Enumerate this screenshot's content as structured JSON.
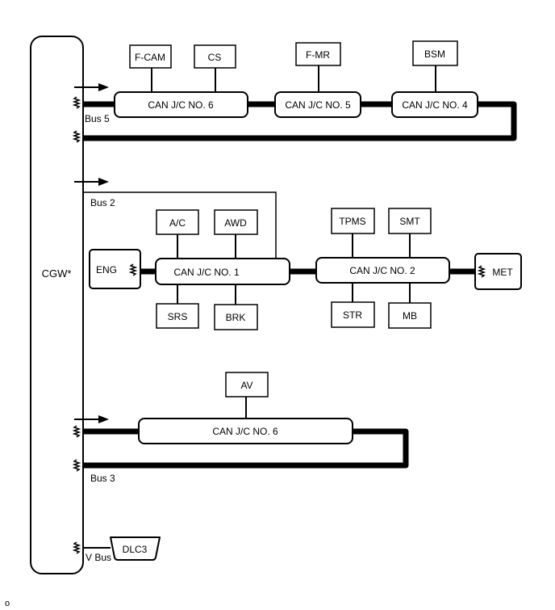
{
  "gateway": {
    "label": "CGW*"
  },
  "buses": {
    "bus5": "Bus 5",
    "bus2": "Bus 2",
    "bus3": "Bus 3",
    "vbus": "V Bus"
  },
  "junctions": {
    "bus5_jc6": "CAN J/C NO. 6",
    "bus5_jc5": "CAN J/C NO. 5",
    "bus5_jc4": "CAN J/C NO. 4",
    "bus2_jc1": "CAN J/C NO. 1",
    "bus2_jc2": "CAN J/C NO. 2",
    "bus3_jc6": "CAN J/C NO. 6"
  },
  "ecus": {
    "fcam": "F-CAM",
    "cs": "CS",
    "fmr": "F-MR",
    "bsm": "BSM",
    "ac": "A/C",
    "awd": "AWD",
    "srs": "SRS",
    "brk": "BRK",
    "eng": "ENG",
    "tpms": "TPMS",
    "smt": "SMT",
    "str": "STR",
    "mb": "MB",
    "met": "MET",
    "av": "AV",
    "dlc3": "DLC3"
  },
  "footnote": "o"
}
